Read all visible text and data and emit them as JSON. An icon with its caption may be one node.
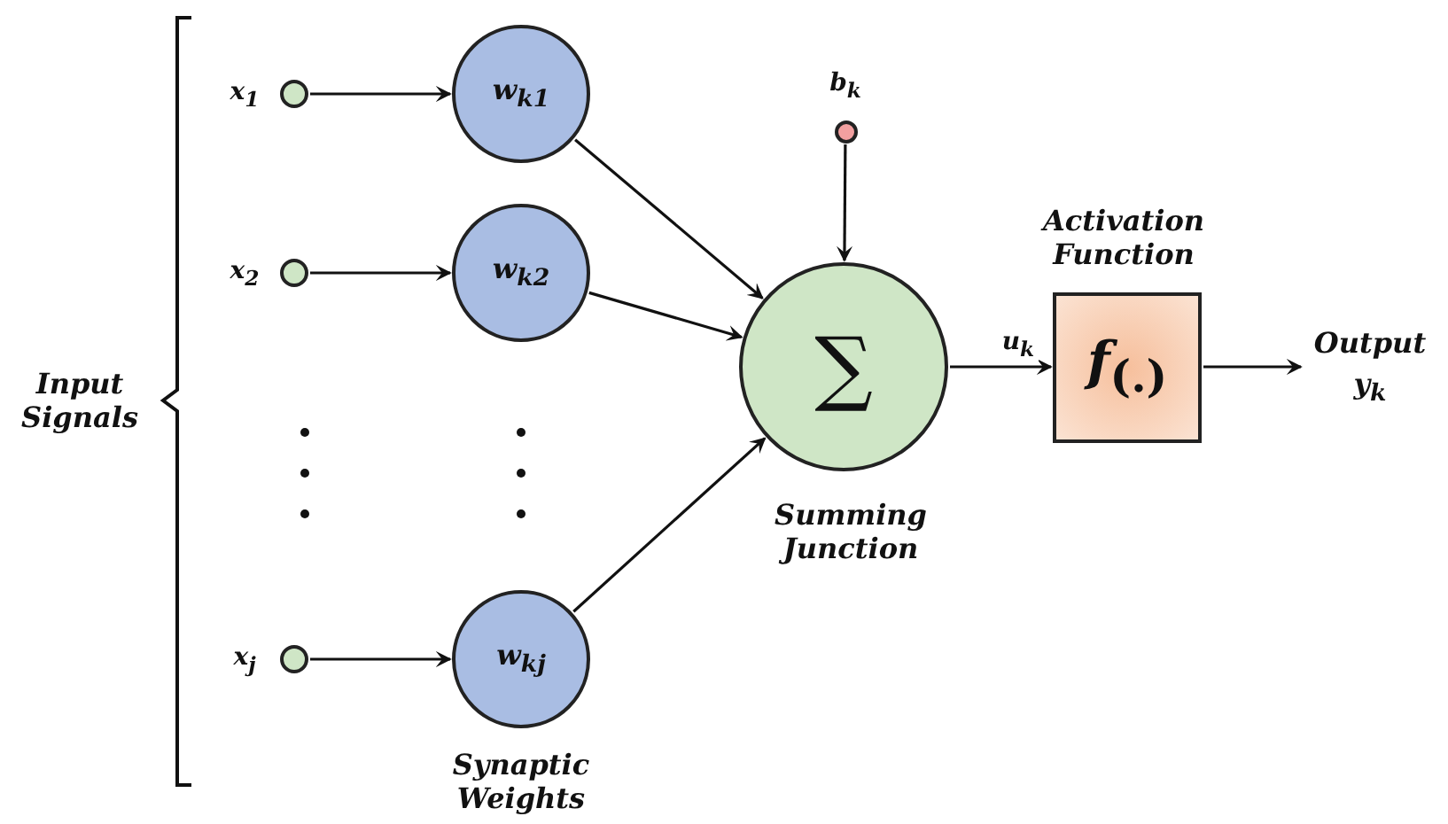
{
  "diagram": {
    "nodes": [
      {
        "text": [],
        "shape": "circle",
        "beside": [
          "x$_{1}$"
        ]
      },
      {
        "text": [],
        "shape": "circle",
        "beside": [
          "x$_{2}$"
        ]
      },
      {
        "text": [],
        "shape": "circle",
        "beside": [
          "x$_{j}$"
        ]
      },
      {
        "text": [
          "w$_{k1}$"
        ]
      },
      {
        "text": [
          "w$_{k2}$"
        ]
      },
      {
        "text": [
          "w$_{kj}$"
        ],
        "beside": [
          "Synaptic Weights"
        ]
      },
      {
        "text": [],
        "shape": "circle",
        "beside": [
          "b$_{k}$"
        ]
      },
      {
        "text": [
          "∑"
        ],
        "beside": [
          "Summing Junction"
        ]
      },
      {
        "text": [
          "*f*$_{(.)}$"
        ],
        "beside": [
          "Activation Function"
        ]
      },
      {
        "text": [
          "Output",
          "y$_{k}$"
        ]
      }
    ],
    "edges": [
      {
        "from": 0,
        "to": 3,
        "arrow": "to"
      },
      {
        "from": 1,
        "to": 4,
        "arrow": "to"
      },
      {
        "from": 2,
        "to": 5,
        "arrow": "to"
      },
      {
        "from": 3,
        "to": 7,
        "arrow": "to"
      },
      {
        "from": 4,
        "to": 7,
        "arrow": "to"
      },
      {
        "from": 5,
        "to": 7,
        "arrow": "to"
      },
      {
        "from": 6,
        "to": 7,
        "arrow": "to"
      },
      {
        "from": 7,
        "to": 8,
        "label": "u$_{k}$",
        "arrow": "to"
      },
      {
        "from": 8,
        "to": 9,
        "arrow": "to"
      }
    ],
    "labels": [
      "Input Signals"
    ]
  }
}
